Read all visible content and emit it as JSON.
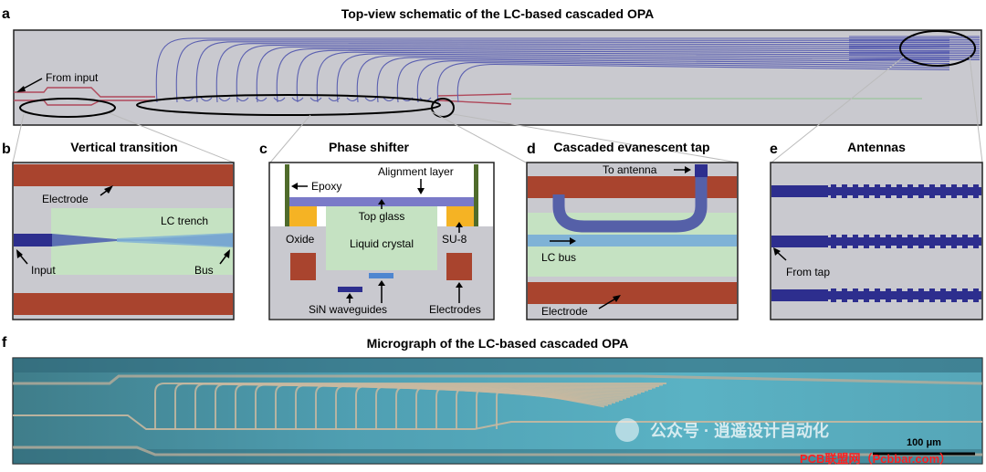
{
  "panel_a": {
    "letter": "a",
    "title": "Top-view schematic of the LC-based cascaded OPA",
    "from_input_label": "From input"
  },
  "panel_b": {
    "letter": "b",
    "title": "Vertical transition",
    "electrode_label": "Electrode",
    "trench_label": "LC trench",
    "input_label": "Input",
    "bus_label": "Bus"
  },
  "panel_c": {
    "letter": "c",
    "title": "Phase shifter",
    "alignment_label": "Alignment layer",
    "epoxy_label": "Epoxy",
    "top_glass_label": "Top glass",
    "oxide_label": "Oxide",
    "liquid_crystal_label": "Liquid crystal",
    "su8_label": "SU-8",
    "sin_label": "SiN waveguides",
    "electrodes_label": "Electrodes"
  },
  "panel_d": {
    "letter": "d",
    "title": "Cascaded evanescent tap",
    "to_antenna_label": "To antenna",
    "lc_bus_label": "LC bus",
    "electrode_label": "Electrode"
  },
  "panel_e": {
    "letter": "e",
    "title": "Antennas",
    "from_tap_label": "From tap"
  },
  "panel_f": {
    "letter": "f",
    "title": "Micrograph of the LC-based cascaded OPA",
    "scale_label": "100 μm",
    "watermark_text": "公众号 · 逍遥设计自动化",
    "credit_text": "PCB联盟网（Pcbbar.com）"
  },
  "colors": {
    "electrode": "#a9442e",
    "trench": "#c5e2c2",
    "gray_bg": "#c9c9cf",
    "wg_dark": "#2d2e8e",
    "wg_light": "#7fb2d6",
    "su8": "#f5b324",
    "epoxy": "#4f6b2b",
    "antenna_line": "#5a5fb0"
  }
}
